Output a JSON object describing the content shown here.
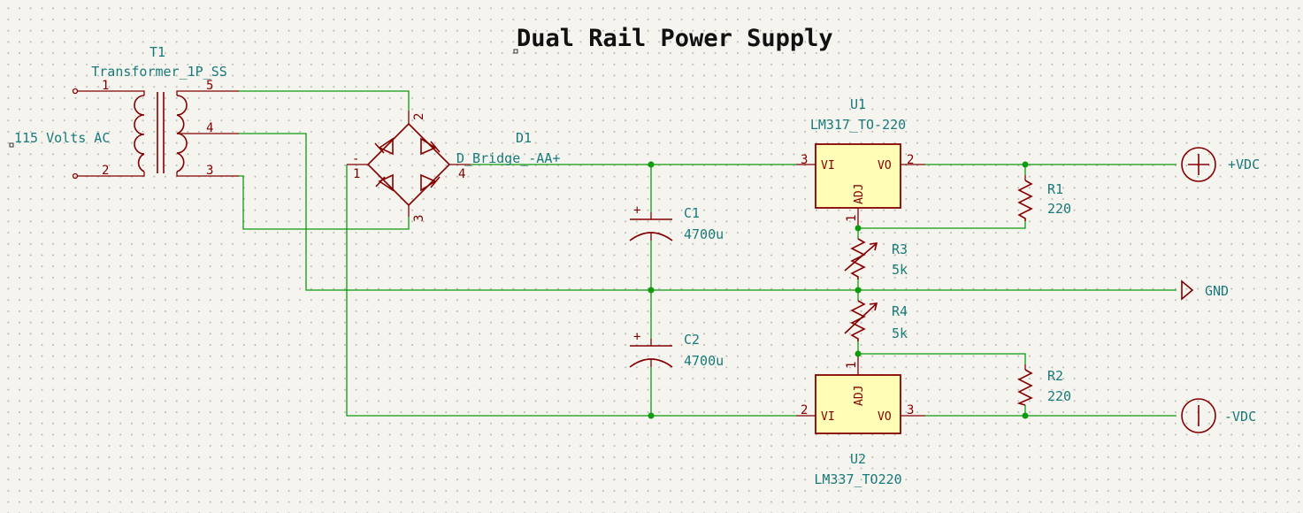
{
  "title": "Dual Rail Power Supply",
  "source_label": "115 Volts AC",
  "transformer": {
    "ref": "T1",
    "value": "Transformer_1P_SS",
    "pins": [
      "1",
      "2",
      "5",
      "4",
      "3"
    ]
  },
  "bridge": {
    "ref": "D1",
    "value": "D_Bridge_-AA+",
    "pins": [
      "1",
      "2",
      "3",
      "4"
    ],
    "minus": "-",
    "plus": "+"
  },
  "capacitors": [
    {
      "ref": "C1",
      "value": "4700u",
      "plus": "+"
    },
    {
      "ref": "C2",
      "value": "4700u",
      "plus": "+"
    }
  ],
  "regulators": [
    {
      "ref": "U1",
      "value": "LM317_TO-220",
      "vi": "VI",
      "vo": "VO",
      "adj": "ADJ",
      "pin_in": "3",
      "pin_out": "2",
      "pin_adj": "1"
    },
    {
      "ref": "U2",
      "value": "LM337_TO220",
      "vi": "VI",
      "vo": "VO",
      "adj": "ADJ",
      "pin_in": "2",
      "pin_out": "3",
      "pin_adj": "1"
    }
  ],
  "resistors": [
    {
      "ref": "R1",
      "value": "220"
    },
    {
      "ref": "R2",
      "value": "220"
    },
    {
      "ref": "R3",
      "value": "5k"
    },
    {
      "ref": "R4",
      "value": "5k"
    }
  ],
  "power_labels": {
    "positive": "+VDC",
    "ground": "GND",
    "negative": "-VDC"
  },
  "colors": {
    "wire": "#0c9b0c",
    "component": "#840000",
    "body": "#fffdb6",
    "text": "#187a7a",
    "background": "#f5f4ef"
  }
}
